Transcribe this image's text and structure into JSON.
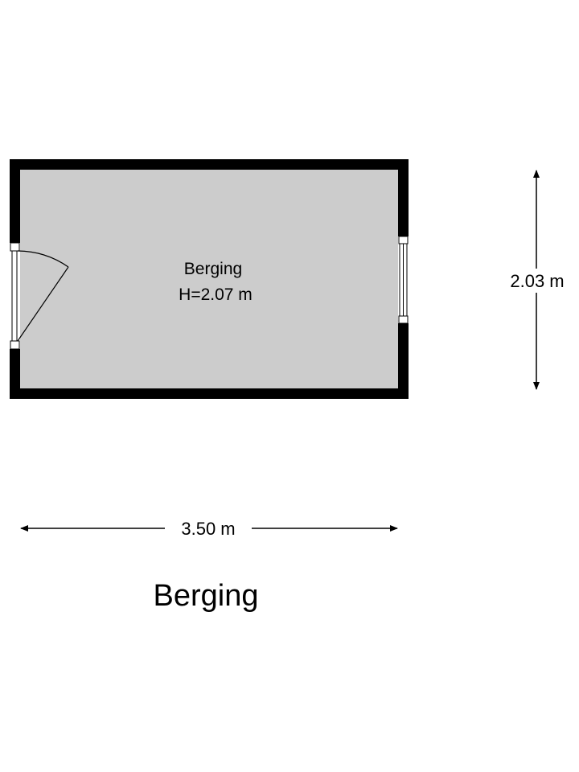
{
  "room": {
    "name": "Berging",
    "height_label": "H=2.07 m"
  },
  "dimensions": {
    "width_label": "3.50 m",
    "depth_label": "2.03 m"
  },
  "caption": "Berging",
  "colors": {
    "wall": "#000000",
    "floor": "#cccccc",
    "background": "#ffffff"
  },
  "icons": {
    "door": "door-swing-icon",
    "window": "window-icon"
  }
}
